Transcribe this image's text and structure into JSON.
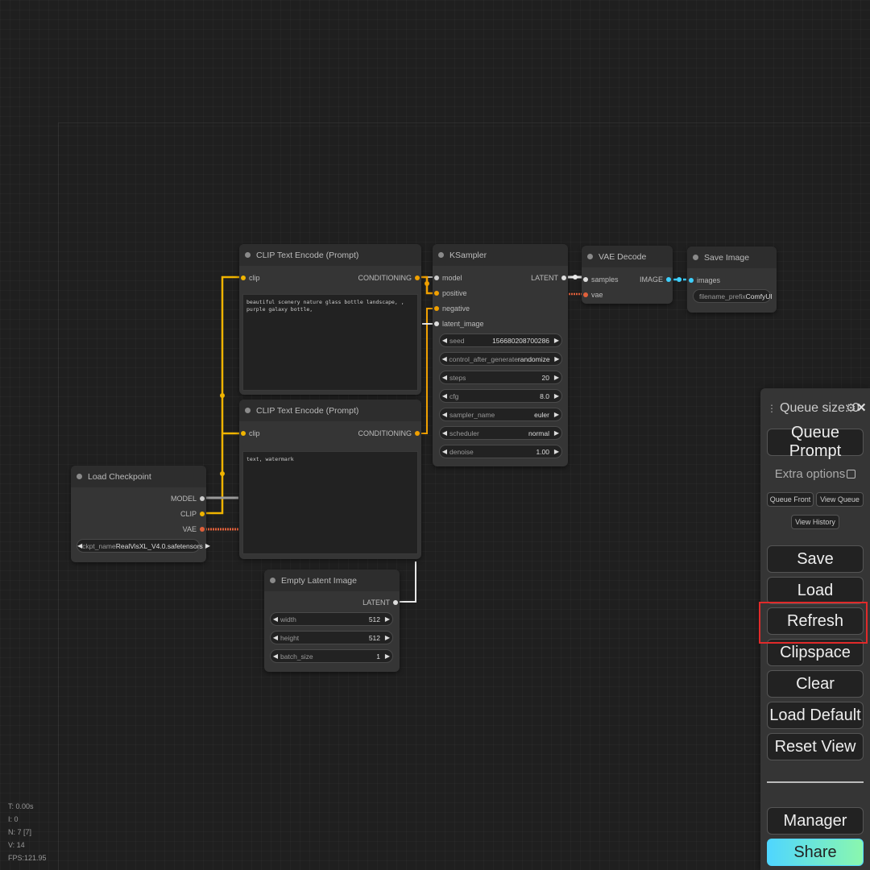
{
  "nodes": {
    "clip_pos": {
      "title": "CLIP Text Encode (Prompt)",
      "input": "clip",
      "output": "CONDITIONING",
      "text": "beautiful scenery nature glass bottle landscape, , purple galaxy bottle,"
    },
    "clip_neg": {
      "title": "CLIP Text Encode (Prompt)",
      "input": "clip",
      "output": "CONDITIONING",
      "text": "text, watermark"
    },
    "ksampler": {
      "title": "KSampler",
      "inputs": [
        "model",
        "positive",
        "negative",
        "latent_image"
      ],
      "output": "LATENT",
      "widgets": [
        {
          "label": "seed",
          "value": "156680208700286"
        },
        {
          "label": "control_after_generate",
          "value": "randomize"
        },
        {
          "label": "steps",
          "value": "20"
        },
        {
          "label": "cfg",
          "value": "8.0"
        },
        {
          "label": "sampler_name",
          "value": "euler"
        },
        {
          "label": "scheduler",
          "value": "normal"
        },
        {
          "label": "denoise",
          "value": "1.00"
        }
      ]
    },
    "vae_decode": {
      "title": "VAE Decode",
      "inputs": [
        "samples",
        "vae"
      ],
      "output": "IMAGE"
    },
    "save_image": {
      "title": "Save Image",
      "input": "images",
      "widget": {
        "label": "filename_prefix",
        "value": "ComfyUI"
      }
    },
    "load_checkpoint": {
      "title": "Load Checkpoint",
      "outputs": [
        "MODEL",
        "CLIP",
        "VAE"
      ],
      "widget": {
        "label": "ckpt_name",
        "value": "RealVisXL_V4.0.safetensors"
      }
    },
    "empty_latent": {
      "title": "Empty Latent Image",
      "output": "LATENT",
      "widgets": [
        {
          "label": "width",
          "value": "512"
        },
        {
          "label": "height",
          "value": "512"
        },
        {
          "label": "batch_size",
          "value": "1"
        }
      ]
    }
  },
  "menu": {
    "queue_size": "Queue size: 0",
    "queue_prompt": "Queue Prompt",
    "extra_options": "Extra options",
    "queue_front": "Queue Front",
    "view_queue": "View Queue",
    "view_history": "View History",
    "save": "Save",
    "load": "Load",
    "refresh": "Refresh",
    "clipspace": "Clipspace",
    "clear": "Clear",
    "load_default": "Load Default",
    "reset_view": "Reset View",
    "manager": "Manager",
    "share": "Share"
  },
  "stats": {
    "t": "T: 0.00s",
    "i": "I: 0",
    "n": "N: 7 [7]",
    "v": "V: 14",
    "fps": "FPS:121.95"
  },
  "colors": {
    "clip": "#ffd500",
    "conditioning": "#ffa931",
    "model": "#b39ddb",
    "latent": "#ff9cf9",
    "vae": "#ff6e6e",
    "image": "#64b5f6",
    "highlight": "#e02a2a"
  }
}
